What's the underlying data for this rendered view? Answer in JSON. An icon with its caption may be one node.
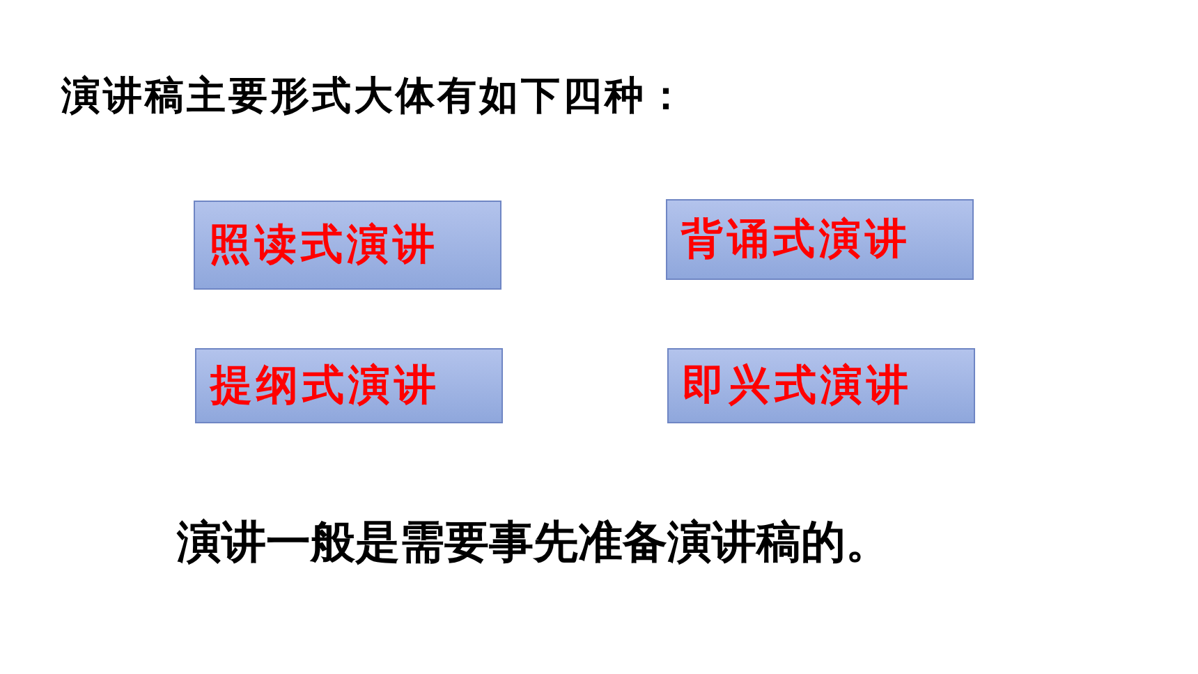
{
  "diagram": {
    "title": "演讲稿主要形式大体有如下四种：",
    "nodes": [
      {
        "text": [
          "照读式演讲"
        ]
      },
      {
        "text": [
          "背诵式演讲"
        ]
      },
      {
        "text": [
          "提纲式演讲"
        ]
      },
      {
        "text": [
          "即兴式演讲"
        ]
      }
    ],
    "labels": [
      "演讲一般是需要事先准备演讲稿的。"
    ]
  }
}
